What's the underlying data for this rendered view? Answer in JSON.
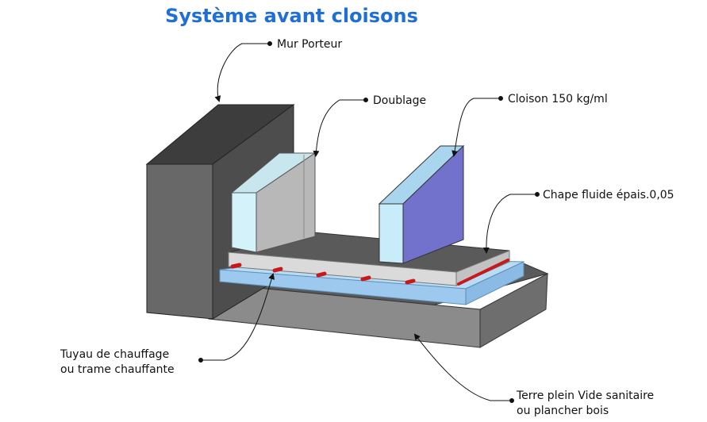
{
  "title": "Système avant cloisons",
  "labels": {
    "mur_porteur": "Mur Porteur",
    "doublage": "Doublage",
    "cloison": "Cloison 150 kg/ml",
    "chape": "Chape fluide épais.0,05",
    "tuyau_line1": "Tuyau de chauffage",
    "tuyau_line2": "ou trame chauffante",
    "terre_line1": "Terre plein Vide sanitaire",
    "terre_line2": "ou plancher bois"
  },
  "colors": {
    "title": "#1f6fd6",
    "wall_front": "#676767",
    "wall_top": "#3d3d3d",
    "wall_side": "#4c4c4c",
    "base_top": "#595959",
    "base_front": "#8a8a8a",
    "insulation": "#9ec9ee",
    "screed": "#d9d9d9",
    "pipe": "#c8181a",
    "lining": "#b8b8b8",
    "lining_face": "#d4f2fa",
    "partition": "#7272cc",
    "partition_face": "#c9ecfa"
  }
}
